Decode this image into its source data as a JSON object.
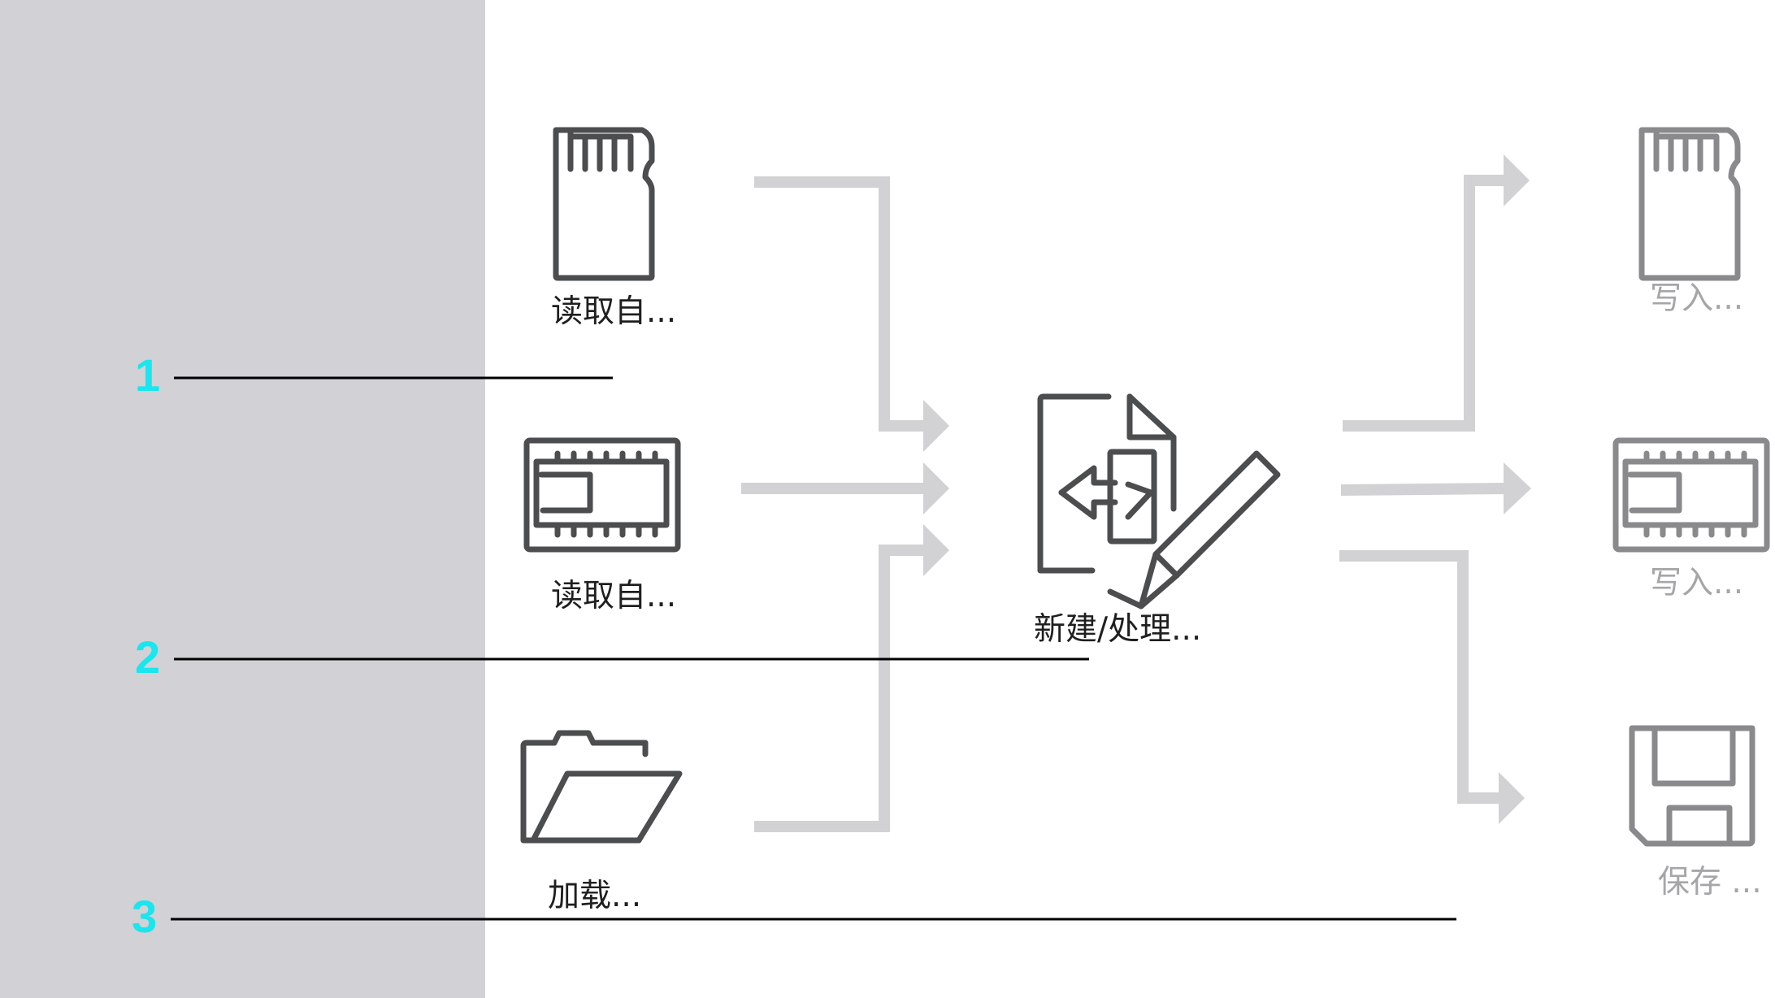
{
  "colors": {
    "sidebar": "#d1d1d6",
    "arrow": "#d2d2d4",
    "icon_active": "#4b4d4e",
    "icon_inactive": "#8a8a8c",
    "label_active": "#1f1f1f",
    "label_inactive": "#a6a6a8",
    "callout_number": "#19e6ee",
    "leader_line": "#000000"
  },
  "inputs": [
    {
      "label": "读取自...",
      "icon": "sd-card-icon"
    },
    {
      "label": "读取自...",
      "icon": "memory-chip-icon"
    },
    {
      "label": "加载...",
      "icon": "folder-open-icon"
    }
  ],
  "center": {
    "label": "新建/处理...",
    "icon": "edit-document-icon"
  },
  "outputs": [
    {
      "label": "写入...",
      "icon": "sd-card-icon"
    },
    {
      "label": "写入...",
      "icon": "memory-chip-icon"
    },
    {
      "label": "保存 ...",
      "icon": "floppy-disk-icon"
    }
  ],
  "callouts": [
    {
      "number": "1"
    },
    {
      "number": "2"
    },
    {
      "number": "3"
    }
  ]
}
